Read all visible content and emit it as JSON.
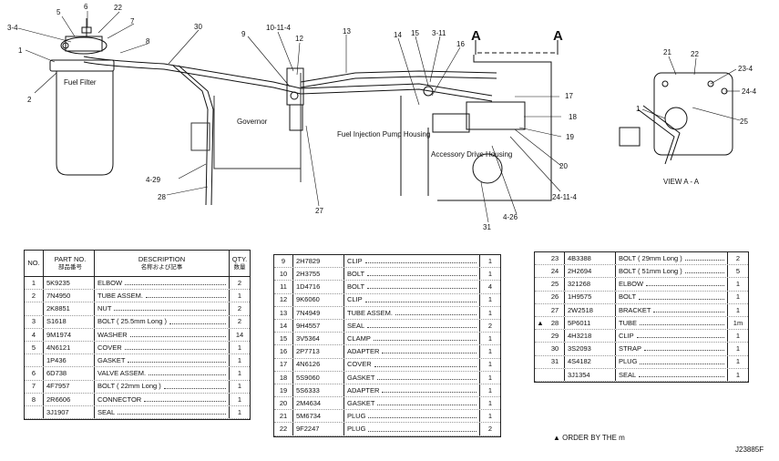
{
  "diagram": {
    "callouts": [
      "1",
      "2",
      "3-4",
      "5",
      "6",
      "7",
      "8",
      "22",
      "30",
      "9",
      "10-11-4",
      "12",
      "13",
      "14",
      "15",
      "3-11",
      "16",
      "17",
      "18",
      "19",
      "20",
      "24-11-4",
      "4-26",
      "31",
      "27",
      "28",
      "4-29",
      "21",
      "23-4",
      "24-4",
      "25"
    ],
    "view_callouts": [
      "21",
      "22",
      "23-4",
      "24-4",
      "25",
      "1"
    ],
    "labels": {
      "fuel_filter": "Fuel Filter",
      "governor": "Governor",
      "fip_housing": "Fuel Injection Pump Housing",
      "accessory_drive": "Accessory Drive Housing",
      "view_aa": "VIEW A - A",
      "section_a1": "A",
      "section_a2": "A"
    }
  },
  "table1": {
    "headers": {
      "no": "NO.",
      "part_no": "PART NO.",
      "part_no_sub": "部品番号",
      "description": "DESCRIPTION",
      "description_sub": "名称および記事",
      "qty": "QTY.",
      "qty_sub": "数量"
    },
    "rows": [
      {
        "no": "1",
        "part_no": "5K9235",
        "desc": "ELBOW",
        "qty": "2"
      },
      {
        "no": "2",
        "part_no": "7N4950",
        "desc": "TUBE ASSEM.",
        "qty": "1"
      },
      {
        "no": "",
        "part_no": "2K8851",
        "desc": "NUT",
        "qty": "2"
      },
      {
        "no": "3",
        "part_no": "S1618",
        "desc": "BOLT ( 25.5mm Long )",
        "qty": "2"
      },
      {
        "no": "4",
        "part_no": "9M1974",
        "desc": "WASHER",
        "qty": "14"
      },
      {
        "no": "5",
        "part_no": "4N6121",
        "desc": "COVER",
        "qty": "1"
      },
      {
        "no": "",
        "part_no": "1P436",
        "desc": "GASKET",
        "qty": "1"
      },
      {
        "no": "6",
        "part_no": "6D738",
        "desc": "VALVE ASSEM.",
        "qty": "1"
      },
      {
        "no": "7",
        "part_no": "4F7957",
        "desc": "BOLT ( 22mm Long )",
        "qty": "1"
      },
      {
        "no": "8",
        "part_no": "2R6606",
        "desc": "CONNECTOR",
        "qty": "1"
      },
      {
        "no": "",
        "part_no": "3J1907",
        "desc": "SEAL",
        "qty": "1"
      }
    ]
  },
  "table2": {
    "rows": [
      {
        "no": "9",
        "part_no": "2H7829",
        "desc": "CLIP",
        "qty": "1"
      },
      {
        "no": "10",
        "part_no": "2H3755",
        "desc": "BOLT",
        "qty": "1"
      },
      {
        "no": "11",
        "part_no": "1D4716",
        "desc": "BOLT",
        "qty": "4"
      },
      {
        "no": "12",
        "part_no": "9K6060",
        "desc": "CLIP",
        "qty": "1"
      },
      {
        "no": "13",
        "part_no": "7N4949",
        "desc": "TUBE ASSEM.",
        "qty": "1"
      },
      {
        "no": "14",
        "part_no": "9H4557",
        "desc": "SEAL",
        "qty": "2"
      },
      {
        "no": "15",
        "part_no": "3V5364",
        "desc": "CLAMP",
        "qty": "1"
      },
      {
        "no": "16",
        "part_no": "2P7713",
        "desc": "ADAPTER",
        "qty": "1"
      },
      {
        "no": "17",
        "part_no": "4N6126",
        "desc": "COVER",
        "qty": "1"
      },
      {
        "no": "18",
        "part_no": "5S9060",
        "desc": "GASKET",
        "qty": "1"
      },
      {
        "no": "19",
        "part_no": "5S6333",
        "desc": "ADAPTER",
        "qty": "1"
      },
      {
        "no": "20",
        "part_no": "2M4634",
        "desc": "GASKET",
        "qty": "1"
      },
      {
        "no": "21",
        "part_no": "5M6734",
        "desc": "PLUG",
        "qty": "1"
      },
      {
        "no": "22",
        "part_no": "9F2247",
        "desc": "PLUG",
        "qty": "2"
      }
    ]
  },
  "table3": {
    "rows": [
      {
        "mark": "",
        "no": "23",
        "part_no": "4B3388",
        "desc": "BOLT ( 29mm Long )",
        "qty": "2"
      },
      {
        "mark": "",
        "no": "24",
        "part_no": "2H2694",
        "desc": "BOLT ( 51mm Long )",
        "qty": "5"
      },
      {
        "mark": "",
        "no": "25",
        "part_no": "321268",
        "desc": "ELBOW",
        "qty": "1"
      },
      {
        "mark": "",
        "no": "26",
        "part_no": "1H9575",
        "desc": "BOLT",
        "qty": "1"
      },
      {
        "mark": "",
        "no": "27",
        "part_no": "2W2518",
        "desc": "BRACKET",
        "qty": "1"
      },
      {
        "mark": "▲",
        "no": "28",
        "part_no": "5P6011",
        "desc": "TUBE",
        "qty": "1m"
      },
      {
        "mark": "",
        "no": "29",
        "part_no": "4H3218",
        "desc": "CLIP",
        "qty": "1"
      },
      {
        "mark": "",
        "no": "30",
        "part_no": "3S2093",
        "desc": "STRAP",
        "qty": "1"
      },
      {
        "mark": "",
        "no": "31",
        "part_no": "4S4182",
        "desc": "PLUG",
        "qty": "1"
      },
      {
        "mark": "",
        "no": "",
        "part_no": "3J1354",
        "desc": "SEAL",
        "qty": "1"
      }
    ]
  },
  "footer": {
    "note": "▲ ORDER BY THE m",
    "figure_id": "J23885F"
  }
}
